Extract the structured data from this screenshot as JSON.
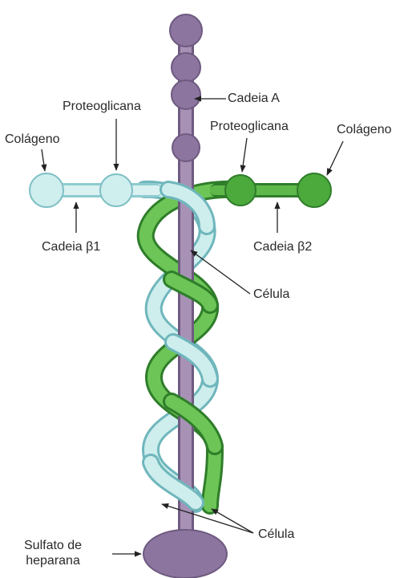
{
  "labels": {
    "cadeia_a": "Cadeia A",
    "proteoglicana_left": "Proteoglicana",
    "proteoglicana_right": "Proteoglicana",
    "colageno_left": "Colágeno",
    "colageno_right": "Colágeno",
    "cadeia_b1": "Cadeia β1",
    "cadeia_b2": "Cadeia β2",
    "celula_mid": "Célula",
    "celula_bottom": "Célula",
    "sulfato": "Sulfato de\nheparana"
  },
  "colors": {
    "chain_a": "#9a86a8",
    "chain_a_dark": "#6f5a80",
    "beta1": "#bfe6e4",
    "beta1_dark": "#6fb6bc",
    "beta2": "#5fb84a",
    "beta2_dark": "#2f7d2a"
  }
}
